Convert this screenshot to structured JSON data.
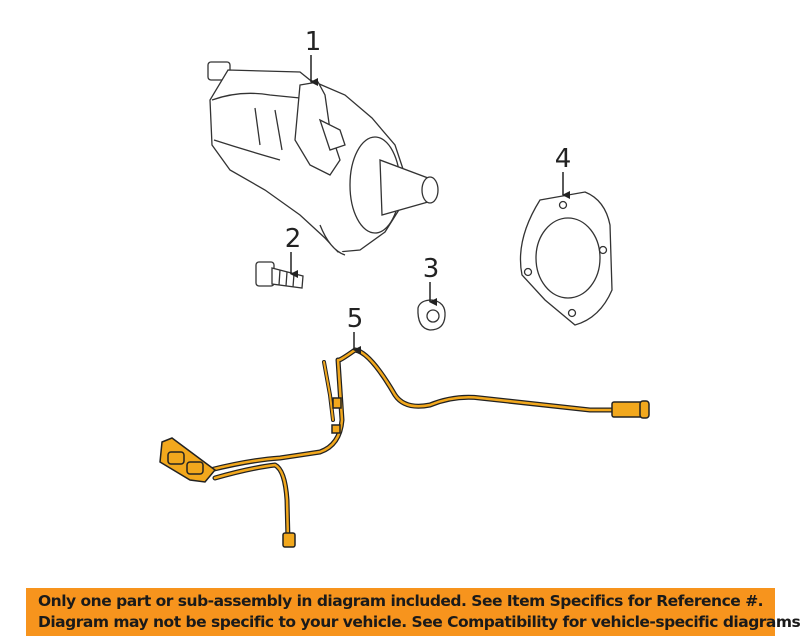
{
  "diagram": {
    "callouts": [
      {
        "number": "1",
        "part": "starter-motor"
      },
      {
        "number": "2",
        "part": "bolt"
      },
      {
        "number": "3",
        "part": "nut"
      },
      {
        "number": "4",
        "part": "gasket"
      },
      {
        "number": "5",
        "part": "wiring-harness"
      }
    ],
    "highlight_color": "#f2a81d"
  },
  "banner": {
    "line1": "Only one part or sub-assembly in diagram included. See Item Specifics for Reference #.",
    "line2": "Diagram may not be specific to your vehicle. See Compatibility for vehicle-specific diagrams.",
    "background_color": "#f7941d"
  }
}
